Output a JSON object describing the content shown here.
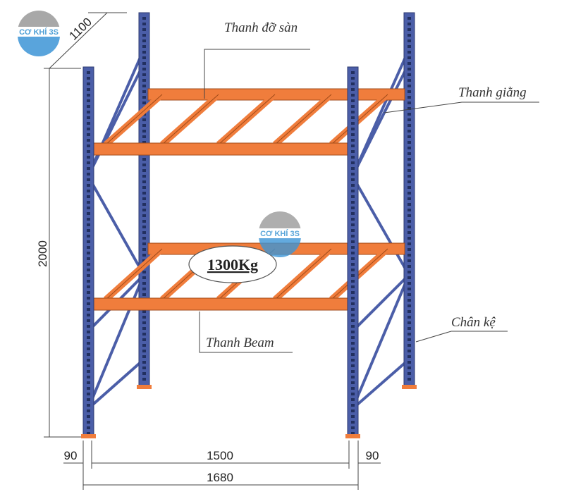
{
  "title": "Pallet rack diagram",
  "labels": {
    "deck_bar": "Thanh đỡ sàn",
    "brace": "Thanh giằng",
    "upright": "Chân kệ",
    "beam": "Thanh Beam"
  },
  "load": "1300Kg",
  "dimensions": {
    "depth": "1100",
    "height": "2000",
    "left_offset": "90",
    "inner_width": "1500",
    "right_offset": "90",
    "total_width": "1680"
  },
  "watermark": "CƠ KHÍ 3S",
  "colors": {
    "upright": "#4b5ea8",
    "beam": "#f07d3c",
    "logo_blue": "#3d95d6",
    "logo_gray": "#9a9a9a"
  }
}
